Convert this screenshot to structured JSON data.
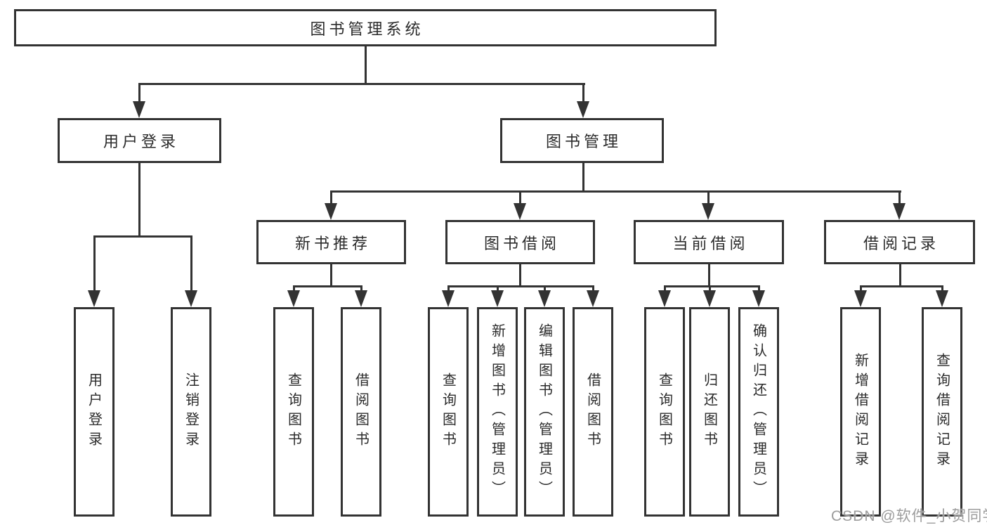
{
  "colors": {
    "background": "#ffffff",
    "line": "#333333",
    "box_border": "#333333",
    "text": "#2b2b2b",
    "watermark": "#9c9c9c"
  },
  "diagram": {
    "root": {
      "label": "图书管理系统"
    },
    "level2": [
      {
        "label": "用户登录"
      },
      {
        "label": "图书管理"
      }
    ],
    "level3": [
      {
        "label": "新书推荐"
      },
      {
        "label": "图书借阅"
      },
      {
        "label": "当前借阅"
      },
      {
        "label": "借阅记录"
      }
    ],
    "leaves": {
      "user_login": [
        {
          "label": "用户登录"
        },
        {
          "label": "注销登录"
        }
      ],
      "new_book": [
        {
          "label": "查询图书"
        },
        {
          "label": "借阅图书"
        }
      ],
      "book_borrow": [
        {
          "label": "查询图书"
        },
        {
          "label": "新增图书（管理员）"
        },
        {
          "label": "编辑图书（管理员）"
        },
        {
          "label": "借阅图书"
        }
      ],
      "current_borrow": [
        {
          "label": "查询图书"
        },
        {
          "label": "归还图书"
        },
        {
          "label": "确认归还（管理员）"
        }
      ],
      "borrow_record": [
        {
          "label": "新增借阅记录"
        },
        {
          "label": "查询借阅记录"
        }
      ]
    }
  },
  "watermark": {
    "text": "CSDN @软件_小贺同学"
  }
}
